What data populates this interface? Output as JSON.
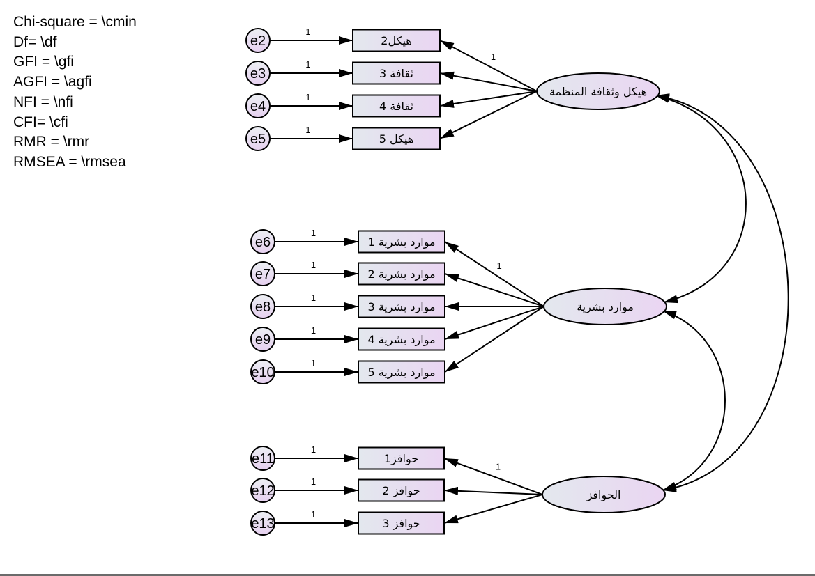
{
  "fit_stats": [
    "Chi-square = \\cmin",
    "Df= \\df",
    "GFI = \\gfi",
    "AGFI = \\agfi",
    "NFI = \\nfi",
    "CFI= \\cfi",
    "RMR = \\rmr",
    "RMSEA = \\rmsea"
  ],
  "colors": {
    "fill_left": "#e3e8ee",
    "fill_right": "#ead5f2",
    "stroke": "#000000",
    "border": "#6b6b6b"
  },
  "latents": [
    {
      "id": "L1",
      "label": "هيكل وثقافة المنظمة",
      "indicators": [
        {
          "label": "هيكل2",
          "error": "e2",
          "error_weight": "1",
          "loading": "1"
        },
        {
          "label": "ثقافة 3",
          "error": "e3",
          "error_weight": "1",
          "loading": ""
        },
        {
          "label": "ثقافة 4",
          "error": "e4",
          "error_weight": "1",
          "loading": ""
        },
        {
          "label": "هيكل 5",
          "error": "e5",
          "error_weight": "1",
          "loading": ""
        }
      ]
    },
    {
      "id": "L2",
      "label": "موارد بشرية",
      "indicators": [
        {
          "label": "موارد بشرية 1",
          "error": "e6",
          "error_weight": "1",
          "loading": "1"
        },
        {
          "label": "موارد بشرية 2",
          "error": "e7",
          "error_weight": "1",
          "loading": ""
        },
        {
          "label": "موارد بشرية 3",
          "error": "e8",
          "error_weight": "1",
          "loading": ""
        },
        {
          "label": "موارد بشرية 4",
          "error": "e9",
          "error_weight": "1",
          "loading": ""
        },
        {
          "label": "موارد بشرية 5",
          "error": "e10",
          "error_weight": "1",
          "loading": ""
        }
      ]
    },
    {
      "id": "L3",
      "label": "الحوافز",
      "indicators": [
        {
          "label": "حوافز1",
          "error": "e11",
          "error_weight": "1",
          "loading": "1"
        },
        {
          "label": "حوافز 2",
          "error": "e12",
          "error_weight": "1",
          "loading": ""
        },
        {
          "label": "حوافز 3",
          "error": "e13",
          "error_weight": "1",
          "loading": ""
        }
      ]
    }
  ],
  "covariances": [
    {
      "from": "L1",
      "to": "L2"
    },
    {
      "from": "L1",
      "to": "L3"
    },
    {
      "from": "L2",
      "to": "L3"
    }
  ]
}
